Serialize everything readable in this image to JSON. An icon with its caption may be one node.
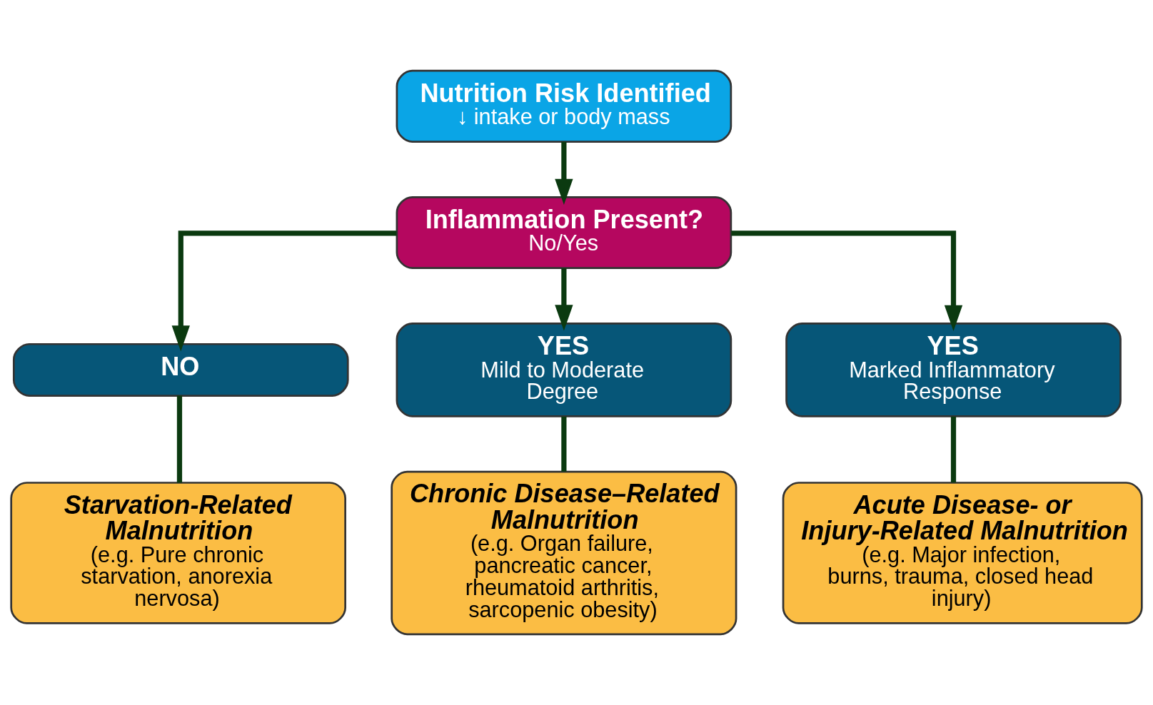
{
  "diagram": {
    "nodes": [
      {
        "text": [
          "Nutrition Risk Identified",
          "↓ intake or body mass"
        ]
      },
      {
        "text": [
          "Inflammation Present?",
          "No/Yes"
        ]
      },
      {
        "text": [
          "NO"
        ]
      },
      {
        "text": [
          "YES",
          "Mild to Moderate Degree"
        ]
      },
      {
        "text": [
          "YES",
          "Marked Inflammatory Response"
        ]
      },
      {
        "text": [
          "Starvation-Related Malnutrition",
          "(e.g. Pure chronic starvation, anorexia nervosa)"
        ]
      },
      {
        "text": [
          "Chronic Disease–Related Malnutrition",
          "(e.g. Organ failure, pancreatic cancer, rheumatoid arthritis, sarcopenic obesity)"
        ]
      },
      {
        "text": [
          "Acute Disease- or Injury-Related Malnutrition",
          "(e.g. Major infection, burns, trauma, closed head injury)"
        ]
      }
    ],
    "edges": [
      {
        "from": 0,
        "to": 1,
        "arrow": "to"
      },
      {
        "from": 1,
        "to": 2,
        "arrow": "to"
      },
      {
        "from": 1,
        "to": 3,
        "arrow": "to"
      },
      {
        "from": 1,
        "to": 4,
        "arrow": "to"
      },
      {
        "from": 2,
        "to": 5,
        "arrow": "none"
      },
      {
        "from": 3,
        "to": 6,
        "arrow": "none"
      },
      {
        "from": 4,
        "to": 7,
        "arrow": "none"
      }
    ]
  }
}
